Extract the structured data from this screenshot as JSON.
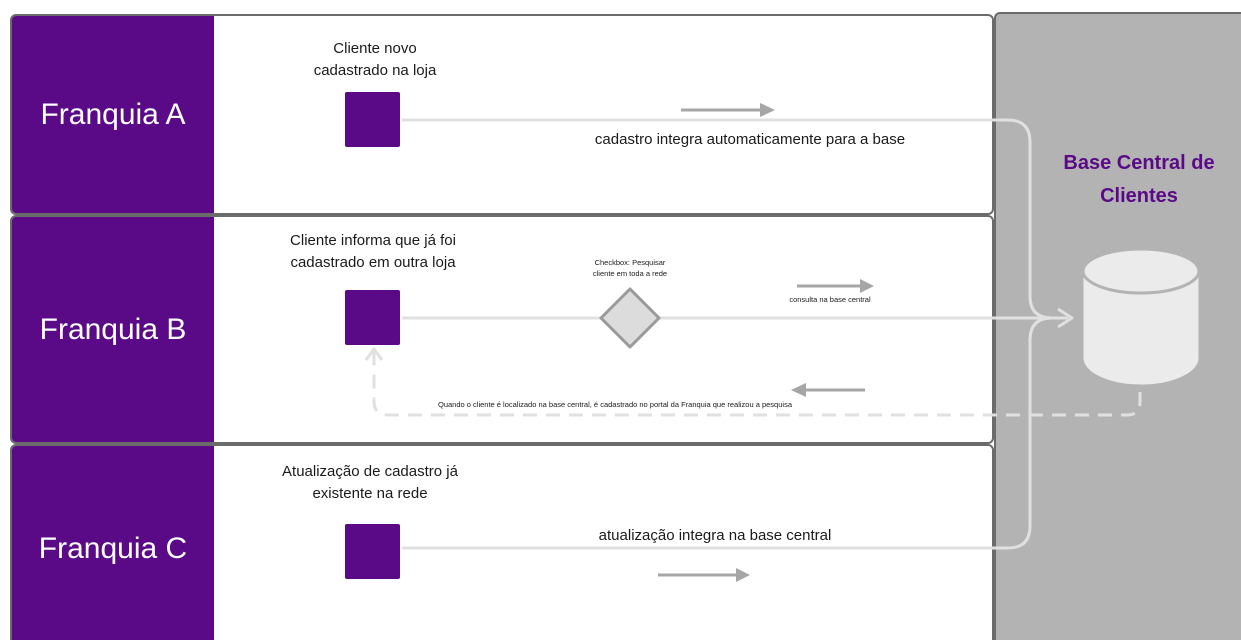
{
  "lanes": {
    "a": {
      "title": "Franquia A",
      "event_label": "Cliente novo\ncadastrado na loja",
      "flow_label": "cadastro integra automaticamente para a base"
    },
    "b": {
      "title": "Franquia B",
      "event_label": "Cliente informa que já foi\ncadastrado em outra loja",
      "gateway_label": "Checkbox: Pesquisar\ncliente em toda a rede",
      "flow_label": "consulta na base central",
      "return_label": "Quando o cliente é localizado na base central, é cadastrado no portal da Franquia que realizou a pesquisa"
    },
    "c": {
      "title": "Franquia C",
      "event_label": "Atualização de cadastro já\nexistente na rede",
      "flow_label": "atualização integra na base central"
    }
  },
  "central": {
    "title": "Base Central de Clientes"
  },
  "colors": {
    "brand_purple": "#5a0a87",
    "central_gray": "#b3b3b3",
    "connector_gray": "#e0e0e0",
    "arrow_gray": "#a6a6a6",
    "gateway_fill": "#dcdcdc",
    "gateway_stroke": "#9a9a9a",
    "database_fill": "#ebebeb"
  }
}
